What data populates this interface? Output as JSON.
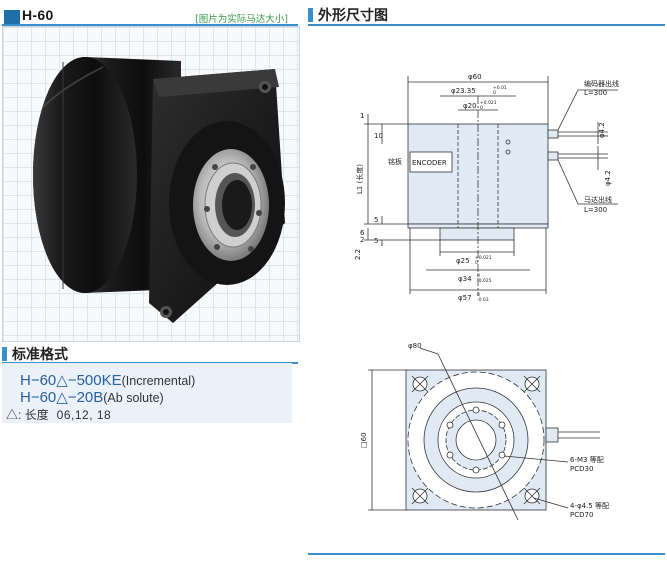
{
  "left_panel": {
    "model_title": "H-60",
    "photo_note": "[图片为实际马达大小]"
  },
  "right_panel": {
    "title": "外形尺寸图"
  },
  "spec": {
    "title": "标准格式",
    "line1_main": "H−60△−500KE",
    "line1_suffix": "(Incremental)",
    "line2_main": "H−60△−20B",
    "line2_suffix": "(Ab solute)",
    "note_label": "△: 长度",
    "note_values": "06,12, 18"
  },
  "front_view": {
    "dim_width": "φ60",
    "dim_bore1": "φ23.35",
    "dim_bore1_tol_upper": "+0.01",
    "dim_bore1_tol_lower": "0",
    "dim_bore2": "φ20",
    "dim_bore2_tol_upper": "+0.021",
    "dim_bore2_tol_lower": "0",
    "dim_shaft1": "φ25",
    "dim_shaft1_tol_upper": "+0.021",
    "dim_shaft1_tol_lower": "0",
    "dim_shaft2": "φ34",
    "dim_shaft2_tol_upper": "0",
    "dim_shaft2_tol_lower": "-0.025",
    "dim_base": "φ57",
    "dim_base_tol_upper": "0",
    "dim_base_tol_lower": "-0.03",
    "dim_1": "1",
    "dim_10": "10",
    "dim_L1": "L1 (长度)",
    "dim_5a": "5",
    "dim_6": "6",
    "dim_2": "2",
    "dim_5b": "5",
    "dim_2_2": "2.2",
    "label_nameplate": "铭板",
    "label_encoder": "ENCODER",
    "label_encoder_cable": "编码器出线",
    "label_encoder_cable_len": "L=300",
    "label_motor_cable": "马达出线",
    "label_motor_cable_len": "L=300",
    "dim_cable1": "φ4.2",
    "dim_cable2": "φ4.2"
  },
  "top_view": {
    "dim_circle": "φ80",
    "dim_square": "□60",
    "label_m3": "6-M3 等配",
    "label_pcd30": "PCD30",
    "label_holes": "4-φ4.5 等配",
    "label_pcd70": "PCD70"
  }
}
